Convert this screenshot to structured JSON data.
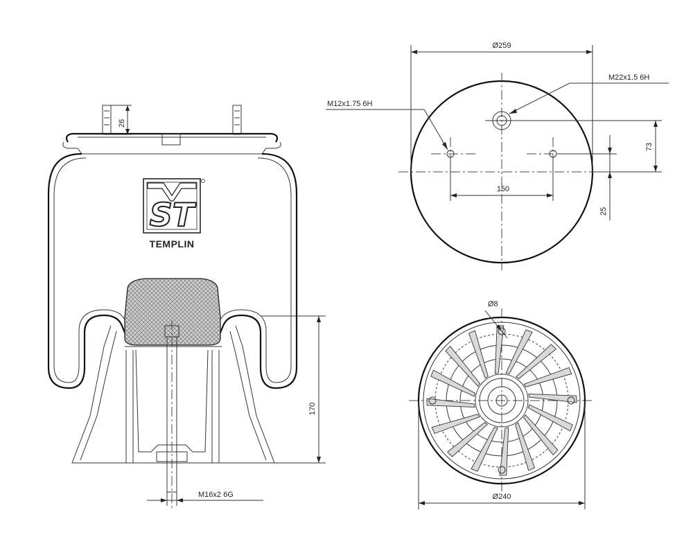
{
  "brand": {
    "logo_letters": "ST",
    "name": "TEMPLIN"
  },
  "side_view": {
    "dim_stud_height": "26",
    "dim_height": "170",
    "dim_bottom_thread": "M16x2  6G"
  },
  "top_view": {
    "dim_diameter": "Ø259",
    "dim_center_thread": "M22x1.5 6H",
    "dim_side_thread": "M12x1.75 6H",
    "dim_offset_upper": "73",
    "dim_spacing": "150",
    "dim_offset_lower": "25"
  },
  "bottom_view": {
    "dim_hole": "Ø8",
    "dim_diameter": "Ø240"
  },
  "colors": {
    "line": "#1a1a1a",
    "hatch": "#777777",
    "fill_gray": "#d9d9d9"
  }
}
